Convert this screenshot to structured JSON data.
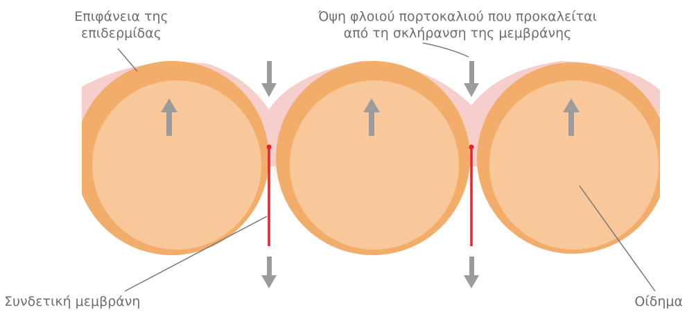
{
  "labels": {
    "skin_surface_line1": "Επιφάνεια της",
    "skin_surface_line2": "επιδερμίδας",
    "orange_peel_line1": "Όψη φλοιού πορτοκαλιού που προκαλείται",
    "orange_peel_line2": "από τη σκλήρανση της μεμβράνης",
    "connective_membrane": "Συνδετική μεμβράνη",
    "edema": "Οίδημα"
  },
  "colors": {
    "epidermis": "#f6cfcc",
    "outer_fat": "#f3ad6a",
    "inner_fat": "#f8c89a",
    "membrane": "#e8232b",
    "arrow": "#9b9b9b",
    "leader_line": "#777777",
    "text": "#6d6d6d"
  }
}
